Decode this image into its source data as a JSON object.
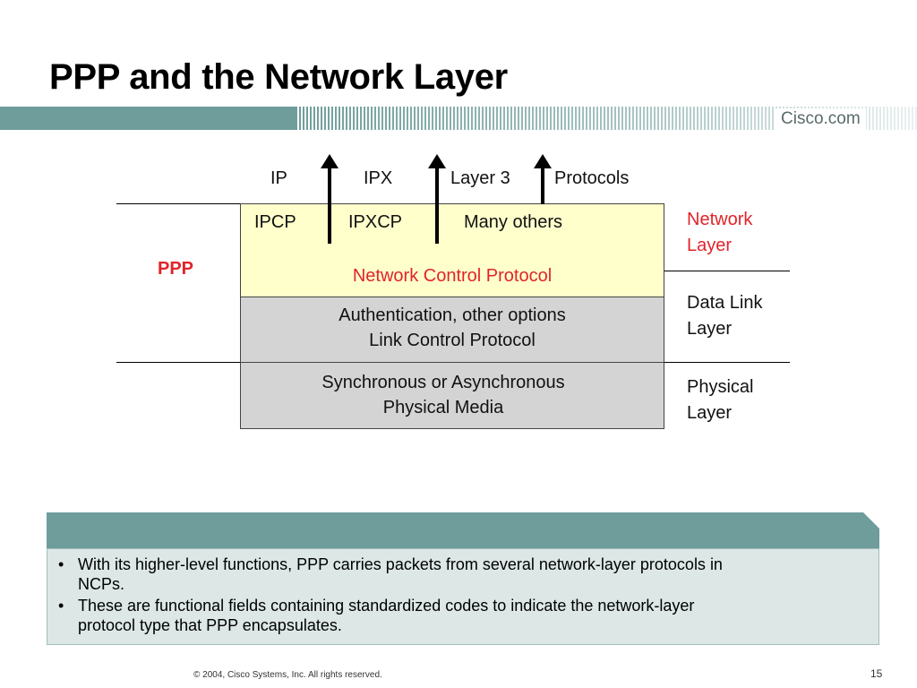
{
  "title": "PPP and the Network Layer",
  "logo": "Cisco.com",
  "diagram": {
    "top_protocols": [
      "IP",
      "IPX",
      "Layer 3",
      "Protocols"
    ],
    "ncp_items": [
      "IPCP",
      "IPXCP",
      "Many others"
    ],
    "ncp_label": "Network Control Protocol",
    "ppp_label": "PPP",
    "lcp_lines": [
      "Authentication, other options",
      "Link Control Protocol"
    ],
    "phy_lines": [
      "Synchronous or Asynchronous",
      "Physical Media"
    ],
    "layers": [
      {
        "line1": "Network",
        "line2": "Layer"
      },
      {
        "line1": "Data Link",
        "line2": "Layer"
      },
      {
        "line1": "Physical",
        "line2": "Layer"
      }
    ]
  },
  "notes": {
    "bullets": [
      {
        "line1": "With its higher-level functions, PPP carries packets from several network-layer protocols in",
        "line2": "NCPs."
      },
      {
        "line1": "These are functional fields containing standardized codes to indicate the network-layer",
        "line2": "protocol type that PPP encapsulates."
      }
    ]
  },
  "footer": {
    "copyright": "© 2004, Cisco Systems, Inc. All rights reserved.",
    "page": "15"
  },
  "colors": {
    "accent": "#6e9d9b",
    "ncp_fill": "#ffffcc",
    "gray_fill": "#d4d4d4",
    "red_text": "#e0242a",
    "notes_fill": "#dce7e6"
  }
}
